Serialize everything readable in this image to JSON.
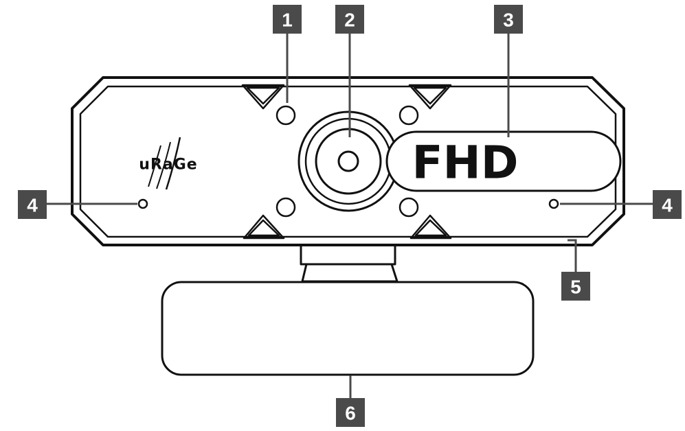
{
  "product": {
    "logo_text": "uRaGe",
    "badge_text": "FHD"
  },
  "callouts": [
    {
      "id": "c1",
      "label": "1"
    },
    {
      "id": "c2",
      "label": "2"
    },
    {
      "id": "c3",
      "label": "3"
    },
    {
      "id": "c4-left",
      "label": "4"
    },
    {
      "id": "c4-right",
      "label": "4"
    },
    {
      "id": "c5",
      "label": "5"
    },
    {
      "id": "c6",
      "label": "6"
    }
  ],
  "colors": {
    "callout_fill": "#4a4a4a",
    "outline": "#111111",
    "background": "#ffffff"
  }
}
